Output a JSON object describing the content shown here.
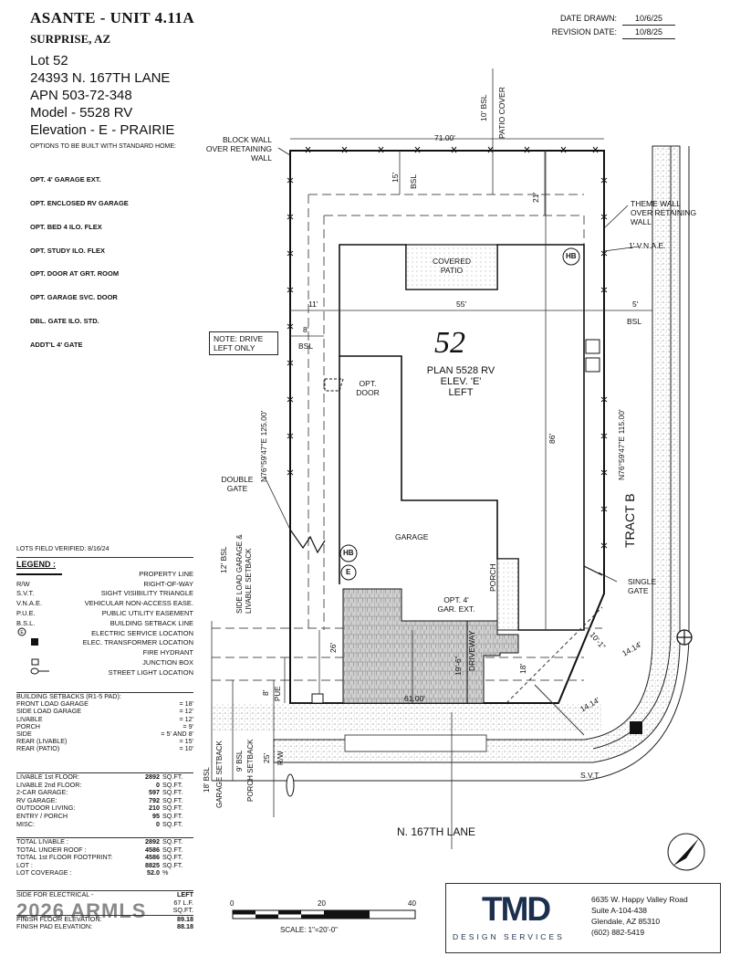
{
  "header": {
    "title": "ASANTE - UNIT 4.11A",
    "city": "SURPRISE, AZ",
    "lot": "Lot 52",
    "address": "24393 N. 167TH LANE",
    "apn": "APN 503-72-348",
    "model": "Model - 5528 RV",
    "elevation": "Elevation - E - PRAIRIE"
  },
  "dates": {
    "drawn_label": "DATE DRAWN:",
    "drawn_value": "10/6/25",
    "revision_label": "REVISION DATE:",
    "revision_value": "10/8/25"
  },
  "options": {
    "heading": "OPTIONS TO BE BUILT WITH STANDARD HOME:",
    "items": [
      "OPT. 4' GARAGE EXT.",
      "OPT. ENCLOSED RV GARAGE",
      "OPT. BED 4 ILO. FLEX",
      "OPT. STUDY ILO. FLEX",
      "OPT. DOOR AT GRT. ROOM",
      "OPT. GARAGE SVC. DOOR",
      "DBL. GATE ILO. STD.",
      "ADDT'L 4' GATE"
    ]
  },
  "plan": {
    "lot_number": "52",
    "plan_label": "PLAN 5528 RV",
    "elev_label": "ELEV. 'E'",
    "hand_label": "LEFT",
    "covered_patio": [
      "COVERED",
      "PATIO"
    ],
    "garage": "GARAGE",
    "porch": "PORCH",
    "opt_garage_ext": [
      "OPT. 4'",
      "GAR. EXT."
    ],
    "opt_door": [
      "OPT.",
      "DOOR"
    ],
    "driveway": "DRIVEWAY",
    "hb": "HB",
    "e": "E"
  },
  "labels": {
    "block_wall": [
      "BLOCK WALL",
      "OVER RETAINING",
      "WALL"
    ],
    "theme_wall": [
      "THEME WALL",
      "OVER RETAINING",
      "WALL"
    ],
    "vnae": "1' V.N.A.E.",
    "note_drive": [
      "NOTE: DRIVE",
      "LEFT ONLY"
    ],
    "double_gate": [
      "DOUBLE",
      "GATE"
    ],
    "single_gate": [
      "SINGLE",
      "GATE"
    ],
    "tract_b": "TRACT B",
    "svt": "S.V.T.",
    "street": "N. 167TH LANE",
    "patio_cover": "PATIO COVER",
    "bsl_10": "10' BSL",
    "side_load": [
      "SIDE LOAD GARAGE &",
      "LIVABLE SETBACK"
    ],
    "bsl_12": "12' BSL",
    "garage_setback": "GARAGE SETBACK",
    "bsl_18": "18' BSL",
    "bsl_9": "9' BSL",
    "porch_setback": "PORCH SETBACK",
    "rw": "R/W",
    "pue": "PUE",
    "bsl": "BSL"
  },
  "dims": {
    "top": "71.00'",
    "bottom": "61.00'",
    "left_bearing": "N76°59'47\"E 125.00'",
    "right_bearing": "N76°59'47\"E 115.00'",
    "width_55": "55'",
    "left_11": "11'",
    "right_5": "5'",
    "depth_86": "86'",
    "rear_15": "15'",
    "rear_21": "21'",
    "side_8": "8'",
    "d_26": "26'",
    "d_18": "18'",
    "d_19_6": "19'-6\"",
    "d_8": "8'",
    "d_25": "25'",
    "d_10_1": "10'-1\"",
    "d_14_14a": "14.14'",
    "d_14_14b": "14.14'"
  },
  "legend": {
    "verified": "LOTS FIELD VERIFIED: 8/16/24",
    "title": "LEGEND :",
    "rows": [
      {
        "k": "",
        "v": "PROPERTY LINE"
      },
      {
        "k": "R/W",
        "v": "RIGHT-OF-WAY"
      },
      {
        "k": "S.V.T.",
        "v": "SIGHT VISIBILITY TRIANGLE"
      },
      {
        "k": "V.N.A.E.",
        "v": "VEHICULAR NON-ACCESS EASE."
      },
      {
        "k": "P.U.E.",
        "v": "PUBLIC UTILITY EASEMENT"
      },
      {
        "k": "B.S.L.",
        "v": "BUILDING SETBACK LINE"
      },
      {
        "k": "",
        "v": "ELECTRIC SERVICE LOCATION"
      },
      {
        "k": "",
        "v": "ELEC. TRANSFORMER LOCATION"
      },
      {
        "k": "",
        "v": "FIRE HYDRANT"
      },
      {
        "k": "",
        "v": "JUNCTION BOX"
      },
      {
        "k": "",
        "v": "STREET LIGHT LOCATION"
      }
    ]
  },
  "setbacks": {
    "title": "BUILDING SETBACKS (R1-5 PAD):",
    "rows": [
      {
        "k": "FRONT LOAD GARAGE",
        "v": "= 18'"
      },
      {
        "k": "SIDE LOAD GARAGE",
        "v": "= 12'"
      },
      {
        "k": "LIVABLE",
        "v": "= 12'"
      },
      {
        "k": "PORCH",
        "v": "= 9'"
      },
      {
        "k": "SIDE",
        "v": "= 5' AND 8'"
      },
      {
        "k": "REAR (LIVABLE)",
        "v": "= 15'"
      },
      {
        "k": "REAR (PATIO)",
        "v": "= 10'"
      }
    ]
  },
  "areas": [
    {
      "k": "LIVABLE 1st FLOOR:",
      "n": "2892",
      "u": "SQ.FT."
    },
    {
      "k": "LIVABLE 2nd FLOOR:",
      "n": "0",
      "u": "SQ.FT."
    },
    {
      "k": "2-CAR GARAGE:",
      "n": "597",
      "u": "SQ.FT."
    },
    {
      "k": "RV GARAGE:",
      "n": "792",
      "u": "SQ.FT."
    },
    {
      "k": "OUTDOOR LIVING:",
      "n": "210",
      "u": "SQ.FT."
    },
    {
      "k": "ENTRY / PORCH",
      "n": "95",
      "u": "SQ.FT."
    },
    {
      "k": "MISC:",
      "n": "0",
      "u": "SQ.FT."
    }
  ],
  "totals": [
    {
      "k": "TOTAL LIVABLE :",
      "n": "2892",
      "u": "SQ.FT."
    },
    {
      "k": "TOTAL UNDER ROOF :",
      "n": "4586",
      "u": "SQ.FT."
    },
    {
      "k": "TOTAL 1st FLOOR FOOTPRINT:",
      "n": "4586",
      "u": "SQ.FT."
    },
    {
      "k": "LOT :",
      "n": "8825",
      "u": "SQ.FT."
    },
    {
      "k": "LOT COVERAGE :",
      "n": "52.0",
      "u": "%"
    }
  ],
  "electrical": {
    "side_label": "SIDE FOR ELECTRICAL -",
    "side_value": "LEFT",
    "row2_value": "67 L.F.",
    "row3_value": "SQ.FT."
  },
  "elevations": [
    {
      "k": "FINISH FLOOR ELEVATION:",
      "v": "89.18"
    },
    {
      "k": "FINISH PAD ELEVATION:",
      "v": "88.18"
    }
  ],
  "copyright": "2026 ARMLS",
  "scale": {
    "ticks": [
      "0",
      "20",
      "40"
    ],
    "label": "SCALE:  1\"=20'-0\""
  },
  "firm": {
    "logo": "TMD",
    "sub": "DESIGN SERVICES",
    "address": [
      "6635 W. Happy Valley Road",
      "Suite A-104-438",
      "Glendale, AZ 85310",
      "(602) 882-5419"
    ]
  }
}
